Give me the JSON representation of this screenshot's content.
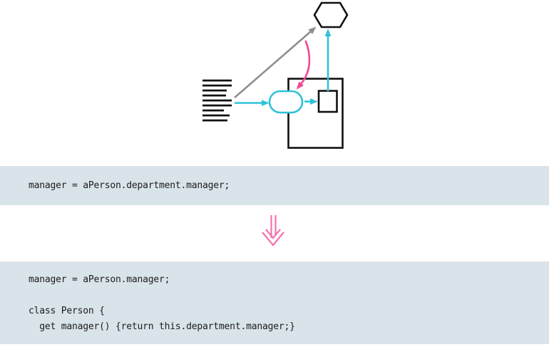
{
  "diagram": {
    "icons": [
      "text-lines-icon",
      "hexagon-icon",
      "gray-diagonal-arrow-icon",
      "cyan-arrow-right-icon",
      "large-rectangle-icon",
      "ellipse-node-icon",
      "small-square-icon",
      "cyan-arrow-up-icon",
      "pink-curved-arrow-icon"
    ],
    "colors": {
      "shape_outline": "#111111",
      "shape_fill": "#ffffff",
      "arrow_gray": "#8e8e8e",
      "arrow_cyan": "#2fc2d8",
      "arrow_pink": "#ee4899",
      "double_arrow_pink": "#f173ad"
    }
  },
  "code_before": {
    "background": "#d9e4ea",
    "text_color": "#1c1c1c",
    "lines": [
      "manager = aPerson.department.manager;"
    ]
  },
  "transform_arrow": {
    "icon": "double-down-arrow-icon",
    "color": "#f173ad"
  },
  "code_after": {
    "background": "#d9e4ea",
    "text_color": "#1c1c1c",
    "lines": [
      "manager = aPerson.manager;",
      "",
      "class Person {",
      "  get manager() {return this.department.manager;}"
    ]
  }
}
